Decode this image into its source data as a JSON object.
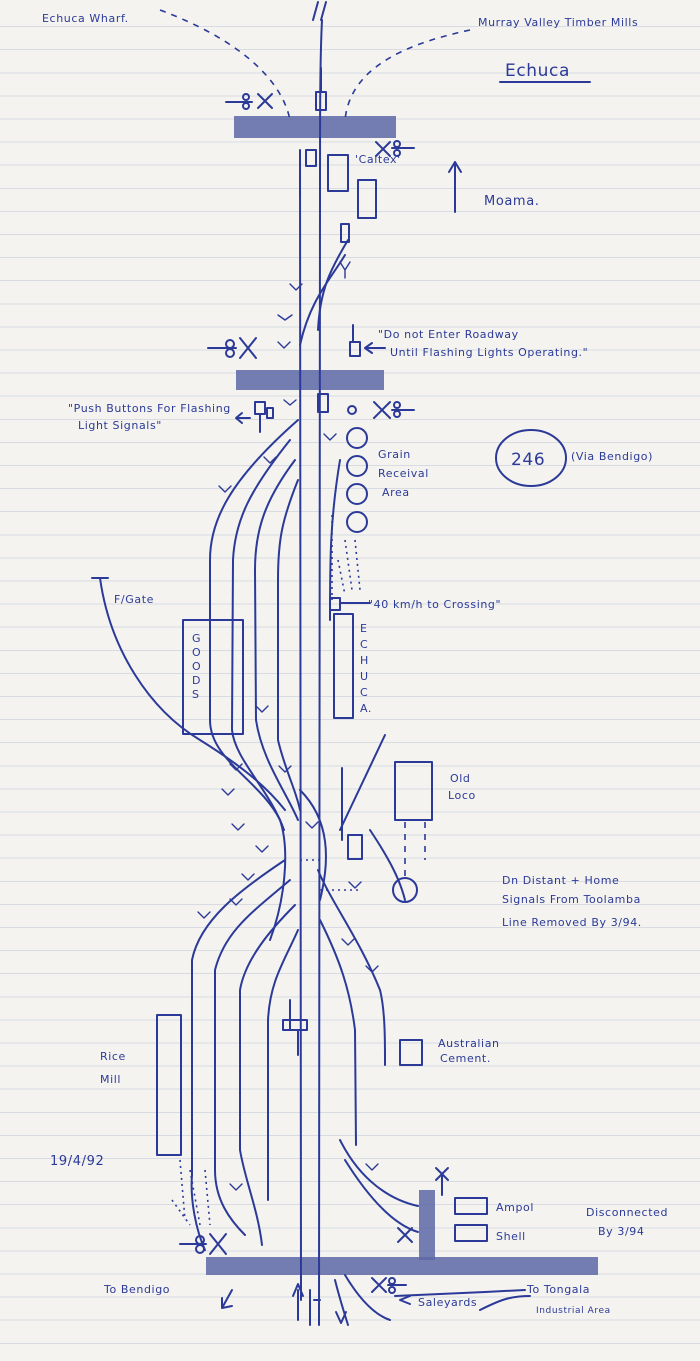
{
  "title": "Echuca",
  "labels": {
    "echuca_wharf": "Echuca Wharf.",
    "timber_mills": "Murray Valley Timber Mills",
    "caltex": "'Caltex'",
    "moama": "Moama.",
    "do_not_enter_1": "\"Do not Enter Roadway",
    "do_not_enter_2": "Until Flashing Lights Operating.\"",
    "push_buttons_1": "\"Push Buttons For Flashing",
    "push_buttons_2": "Light Signals\"",
    "grain_1": "Grain",
    "grain_2": "Receival",
    "grain_3": "Area",
    "route_number": "246",
    "route_via": "(Via Bendigo)",
    "speed_sign": "\"40 km/h to Crossing\"",
    "fgate": "F/Gate",
    "goods": [
      "G",
      "O",
      "O",
      "D",
      "S"
    ],
    "station": [
      "E",
      "C",
      "H",
      "U",
      "C",
      "A."
    ],
    "old_loco_1": "Old",
    "old_loco_2": "Loco",
    "removed_note_1": "Dn Distant + Home",
    "removed_note_2": "Signals From Toolamba",
    "removed_note_3": "Line Removed By 3/94.",
    "australian_cement_1": "Australian",
    "australian_cement_2": "Cement.",
    "rice_mill_1": "Rice",
    "rice_mill_2": "Mill",
    "date": "19/4/92",
    "ampol": "Ampol",
    "shell": "Shell",
    "disconnected_1": "Disconnected",
    "disconnected_2": "By 3/94",
    "to_bendigo": "To Bendigo",
    "to_tongala": "To Tongala",
    "saleyards": "Saleyards",
    "industrial_area": "Industrial Area"
  },
  "colors": {
    "ink": "#2b3a98",
    "paper": "#f4f3ef",
    "ruling": "#d9dbe3",
    "road": "#5d67a6"
  }
}
